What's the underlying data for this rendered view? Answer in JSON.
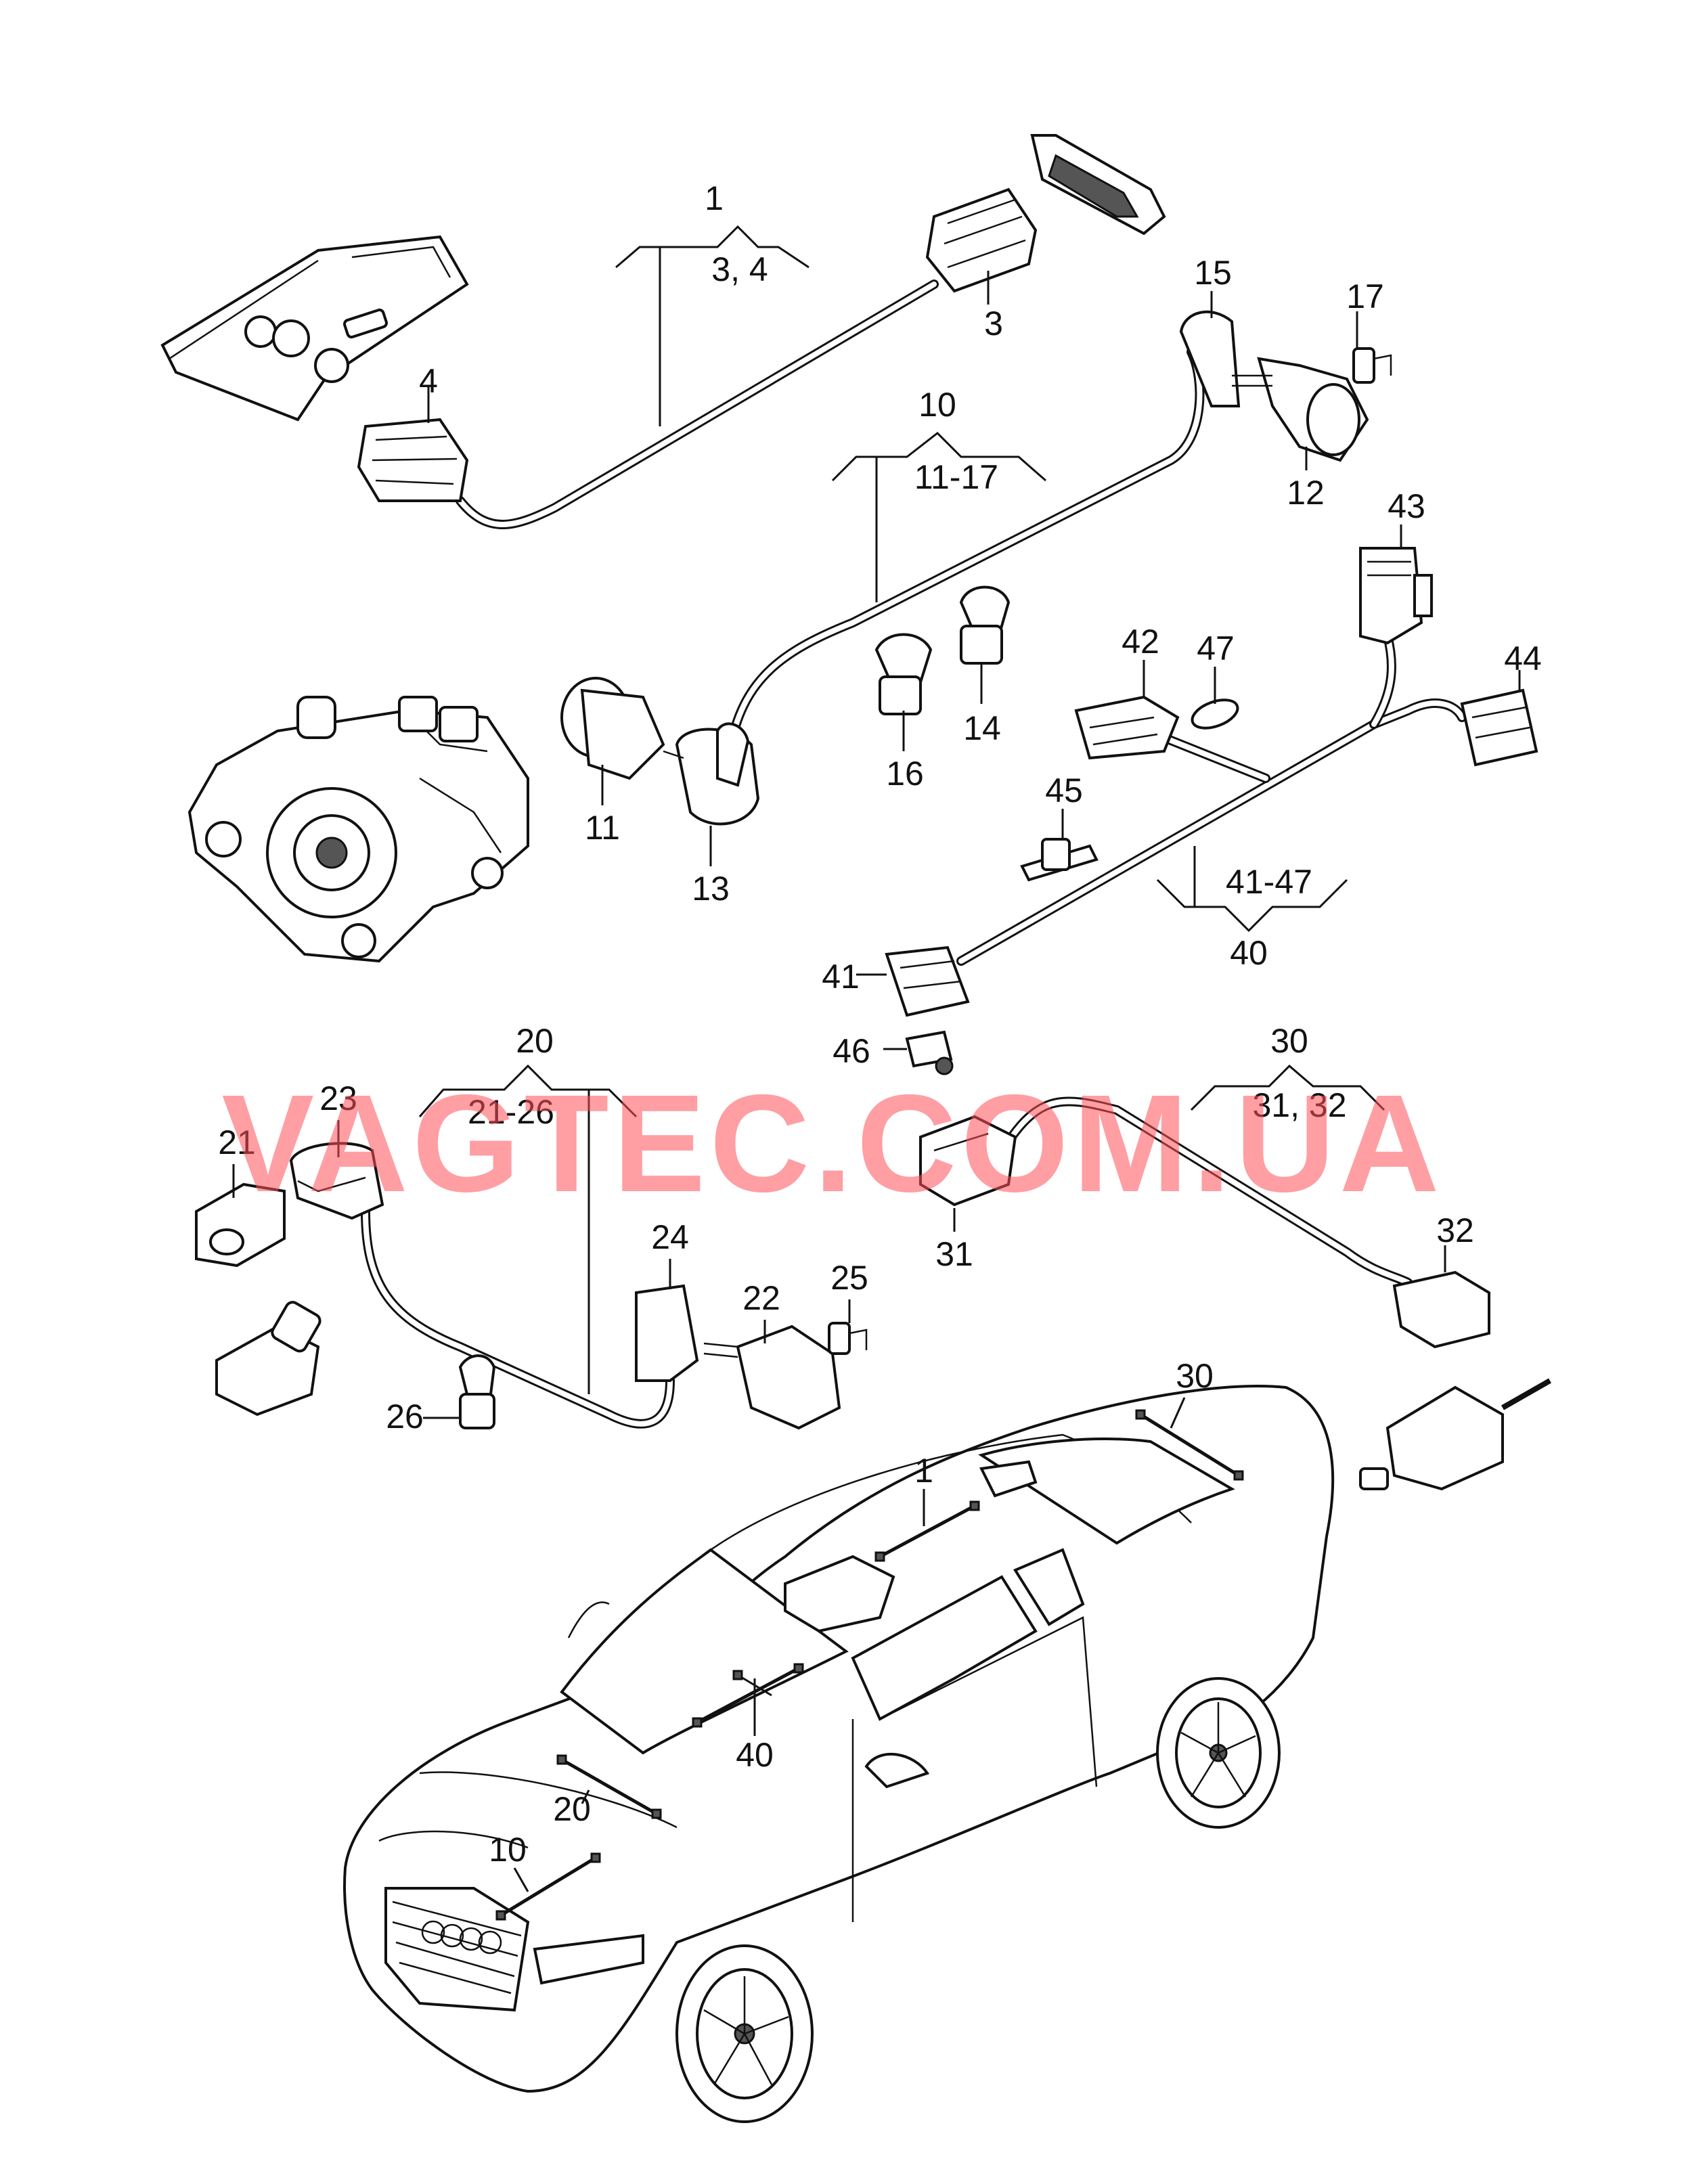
{
  "watermark": "VAGTEC.COM.UA",
  "group_labels": {
    "g1": {
      "main": "1",
      "sub": "3, 4"
    },
    "g10": {
      "main": "10",
      "sub": "11-17"
    },
    "g20": {
      "main": "20",
      "sub": "21-26"
    },
    "g30": {
      "main": "30",
      "sub": "31, 32"
    },
    "g40": {
      "main": "40",
      "sub": "41-47"
    }
  },
  "callouts": {
    "c3": "3",
    "c4": "4",
    "c11": "11",
    "c12": "12",
    "c13": "13",
    "c14": "14",
    "c15": "15",
    "c16": "16",
    "c17": "17",
    "c21": "21",
    "c22": "22",
    "c23": "23",
    "c24": "24",
    "c25": "25",
    "c26": "26",
    "c31": "31",
    "c32": "32",
    "c41": "41",
    "c42": "42",
    "c43": "43",
    "c44": "44",
    "c45": "45",
    "c46": "46",
    "c47": "47"
  },
  "car_labels": {
    "l1": "1",
    "l10": "10",
    "l20": "20",
    "l30": "30",
    "l40": "40"
  }
}
